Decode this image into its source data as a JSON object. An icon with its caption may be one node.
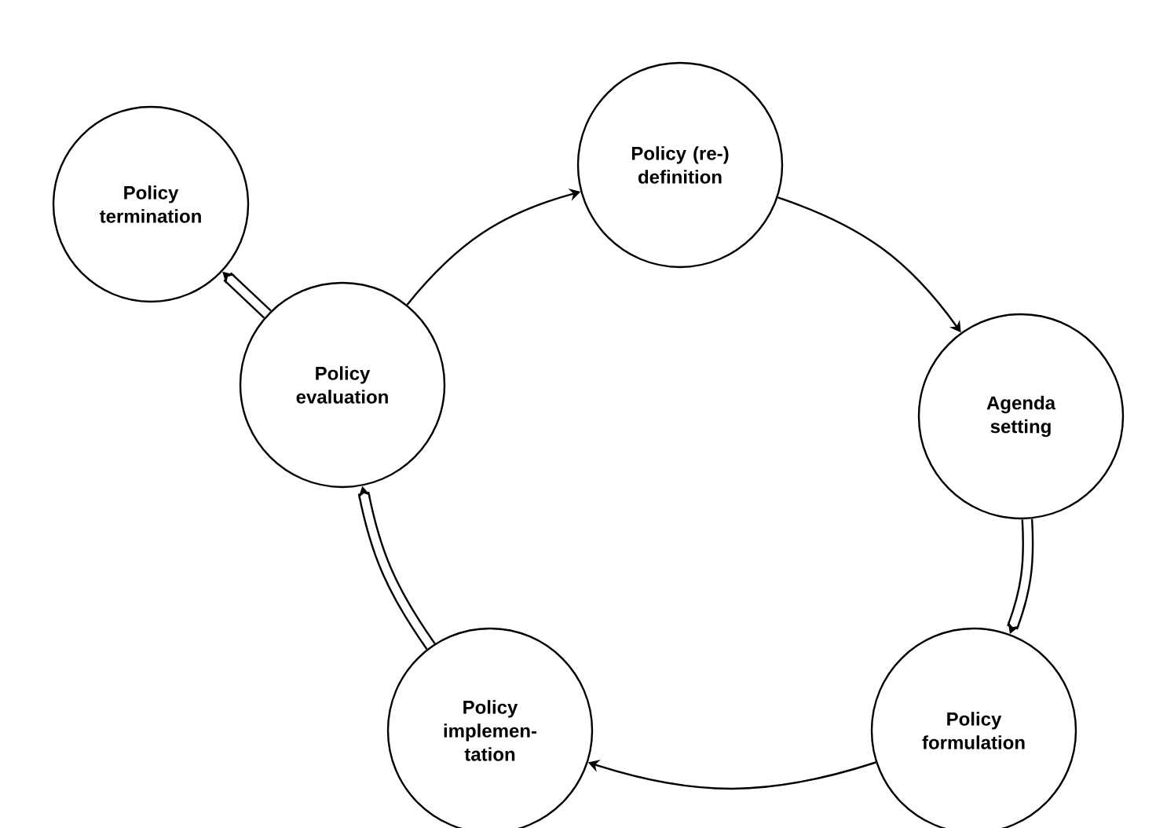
{
  "diagram": {
    "nodes": [
      {
        "text": [
          "Policy termination"
        ]
      },
      {
        "text": [
          "Policy (re-) definition"
        ]
      },
      {
        "text": [
          "Policy evaluation"
        ]
      },
      {
        "text": [
          "Agenda setting"
        ]
      },
      {
        "text": [
          "Policy implemen- tation"
        ]
      },
      {
        "text": [
          "Policy formulation"
        ]
      }
    ],
    "edges": [
      {
        "from": 1,
        "to": 3,
        "arrow": "to"
      },
      {
        "from": 3,
        "to": 5,
        "arrow": "to",
        "style": "thick"
      },
      {
        "from": 5,
        "to": 4,
        "arrow": "to"
      },
      {
        "from": 4,
        "to": 2,
        "arrow": "to",
        "style": "thick"
      },
      {
        "from": 2,
        "to": 1,
        "arrow": "to"
      },
      {
        "from": 2,
        "to": 0,
        "arrow": "to",
        "style": "thick"
      }
    ]
  }
}
